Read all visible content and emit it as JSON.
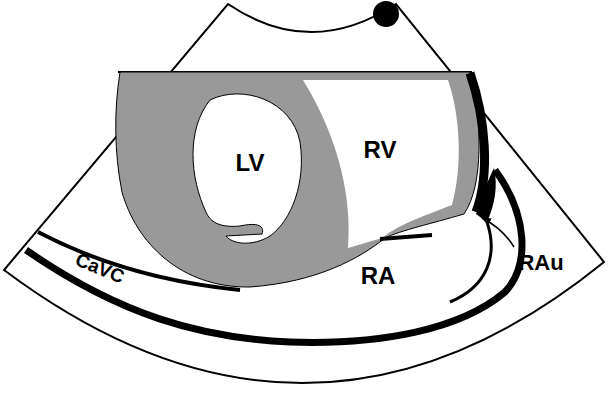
{
  "diagram": {
    "labels": [
      "LV",
      "RV",
      "RA",
      "RAu",
      "CaVC"
    ]
  }
}
